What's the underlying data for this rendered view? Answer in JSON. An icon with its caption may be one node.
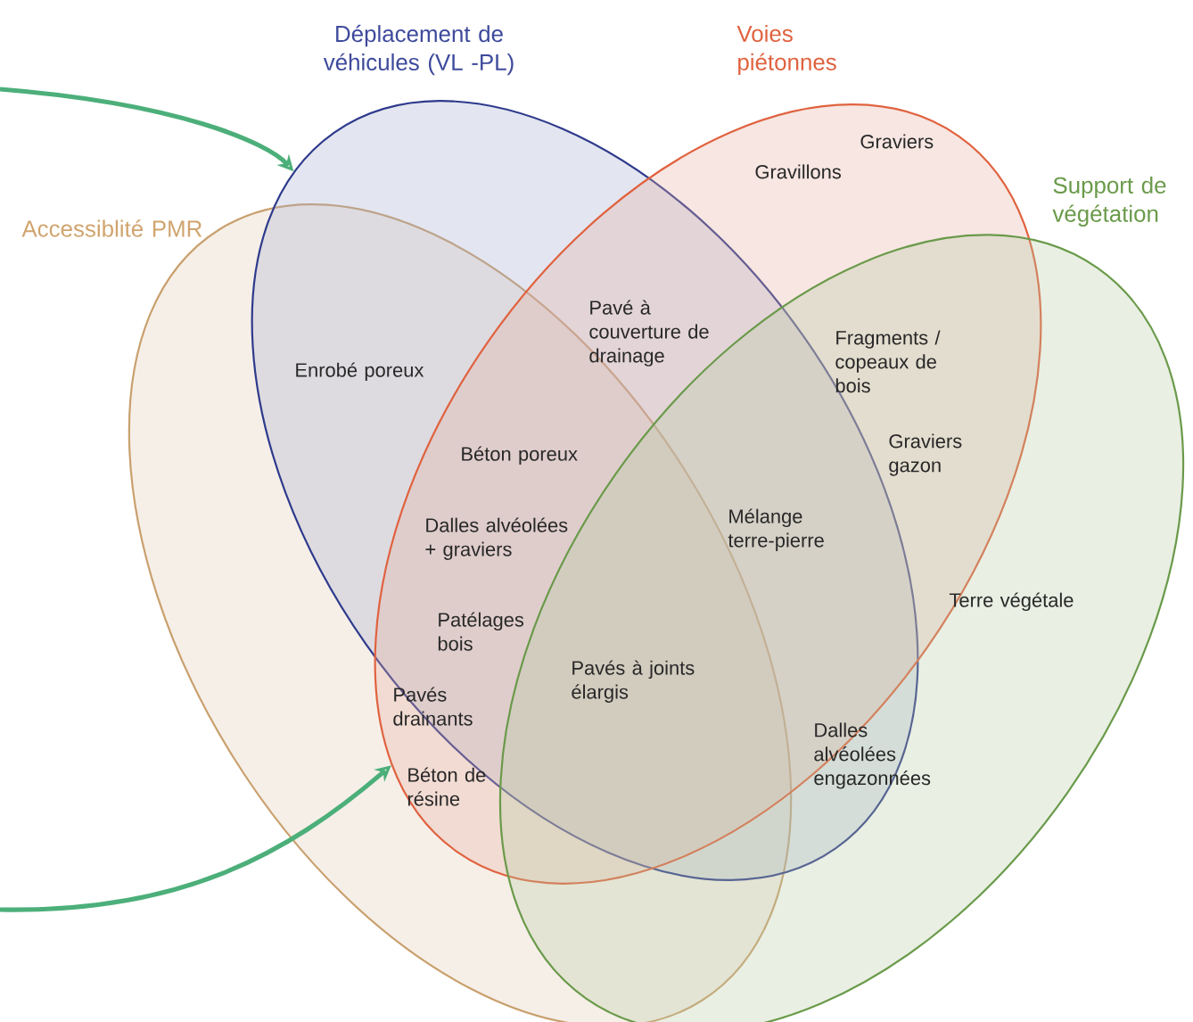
{
  "diagram": {
    "nodes": [
      {
        "text": [
          "Déplacement de véhicules (VL -PL)"
        ]
      },
      {
        "text": [
          "Voies piétonnes"
        ]
      },
      {
        "text": [
          "Accessiblité PMR"
        ]
      },
      {
        "text": [
          "Support de végétation"
        ]
      }
    ],
    "edges": [
      {
        "from": null,
        "to": 0,
        "arrow": "to"
      },
      {
        "from": null,
        "to": 1,
        "arrow": "to"
      }
    ],
    "labels": [
      "Graviers",
      "Gravillons",
      "Enrobé poreux",
      "Pavé à couverture de drainage",
      "Fragments / copeaux de bois",
      "Béton poreux",
      "Graviers gazon",
      "Dalles alvéolées + graviers",
      "Mélange terre-pierre",
      "Terre végétale",
      "Patélages bois",
      "Pavés à joints élargis",
      "Pavés drainants",
      "Dalles alvéolées engazonnées",
      "Béton de résine"
    ]
  }
}
